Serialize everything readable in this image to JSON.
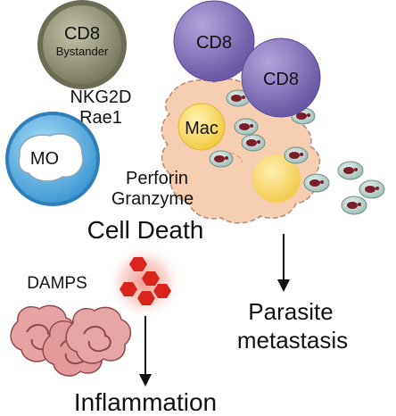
{
  "cells": {
    "cd8_bystander": {
      "name": "CD8",
      "subname": "Bystander"
    },
    "cd8_top": "CD8",
    "cd8_bottom": "CD8",
    "macrophage": "Mac",
    "monocyte": "MO"
  },
  "labels": {
    "nkg2d": "NKG2D",
    "rae1": "Rae1",
    "perforin": "Perforin",
    "granzyme": "Granzyme",
    "cell_death": "Cell Death",
    "damps": "DAMPS",
    "parasite_line1": "Parasite",
    "parasite_line2": "metastasis",
    "inflammation": "Inflammation"
  },
  "colors": {
    "bystander_cell": "#9a9a7e",
    "cd8_cell": "#8d7ac0",
    "infected_cell": "#f6ceb2",
    "mac_nucleus": "#f7da66",
    "monocyte_cell": "#5fb6e8",
    "damps": "#d8241c",
    "neutrophil": "#e39a9a",
    "parasite": "#7a1f28"
  }
}
